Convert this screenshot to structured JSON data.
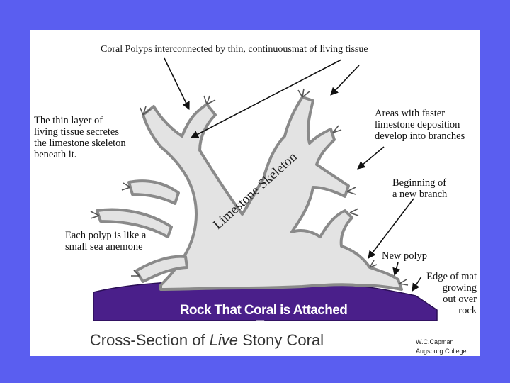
{
  "labels": {
    "polyps_line": "Coral Polyps interconnected by thin, continuousmat of living tissue",
    "thin_layer": "The thin layer of\nliving tissue secretes\nthe limestone skeleton\nbeneath it.",
    "faster_deposition": "Areas with faster\nlimestone deposition\ndevelop into branches",
    "new_branch": "Beginning of\na new branch",
    "polyp_like": "Each polyp is like a\nsmall sea anemone",
    "new_polyp": "New polyp",
    "edge_of_mat": "Edge of mat\ngrowing\nout over\nrock",
    "skeleton": "Limestone Skeleton",
    "rock": "Rock That Coral is Attached To"
  },
  "title": {
    "prefix": "Cross-Section of ",
    "italic": "Live",
    "suffix": " Stony Coral"
  },
  "credit": "W.C.Capman\nAugsburg College",
  "colors": {
    "background": "#5a5ef0",
    "rock": "#4a1f8a",
    "skeleton": "#e3e3e3",
    "tissue": "#8a8a8a"
  }
}
